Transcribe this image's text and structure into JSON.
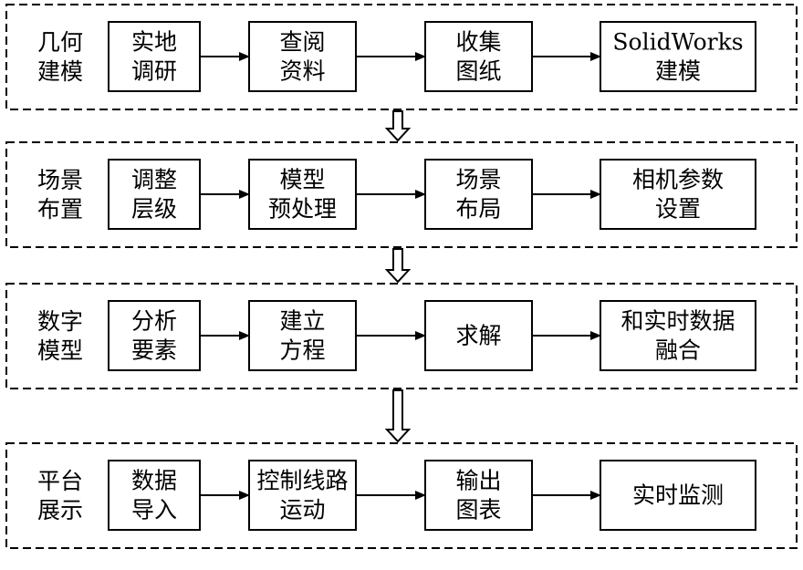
{
  "stages": [
    {
      "label": [
        "几何",
        "建模"
      ],
      "steps": [
        [
          "实地",
          "调研"
        ],
        [
          "查阅",
          "资料"
        ],
        [
          "收集",
          "图纸"
        ],
        [
          "SolidWorks",
          "建模"
        ]
      ]
    },
    {
      "label": [
        "场景",
        "布置"
      ],
      "steps": [
        [
          "调整",
          "层级"
        ],
        [
          "模型",
          "预处理"
        ],
        [
          "场景",
          "布局"
        ],
        [
          "相机参数",
          "设置"
        ]
      ]
    },
    {
      "label": [
        "数字",
        "模型"
      ],
      "steps": [
        [
          "分析",
          "要素"
        ],
        [
          "建立",
          "方程"
        ],
        [
          "求解"
        ],
        [
          "和实时数据",
          "融合"
        ]
      ]
    },
    {
      "label": [
        "平台",
        "展示"
      ],
      "steps": [
        [
          "数据",
          "导入"
        ],
        [
          "控制线路",
          "运动"
        ],
        [
          "输出",
          "图表"
        ],
        [
          "实时监测"
        ]
      ]
    }
  ],
  "colors": {
    "line": "#000000",
    "background": "#ffffff"
  }
}
